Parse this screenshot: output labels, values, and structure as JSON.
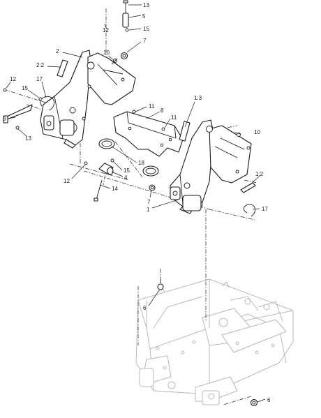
{
  "diagram": {
    "callouts": [
      {
        "text": "13"
      },
      {
        "text": "5"
      },
      {
        "text": "12"
      },
      {
        "text": "15"
      },
      {
        "text": "7"
      },
      {
        "text": "10"
      },
      {
        "text": "2"
      },
      {
        "text": "2:2"
      },
      {
        "text": "12"
      },
      {
        "text": "17"
      },
      {
        "text": "15"
      },
      {
        "text": "3"
      },
      {
        "text": "13"
      },
      {
        "text": "11"
      },
      {
        "text": "8"
      },
      {
        "text": "11"
      },
      {
        "text": "1:3"
      },
      {
        "text": "10"
      },
      {
        "text": "18"
      },
      {
        "text": "15"
      },
      {
        "text": "4"
      },
      {
        "text": "12"
      },
      {
        "text": "14"
      },
      {
        "text": "7"
      },
      {
        "text": "1:2"
      },
      {
        "text": "1"
      },
      {
        "text": "17"
      },
      {
        "text": "6"
      },
      {
        "text": "6"
      }
    ]
  }
}
